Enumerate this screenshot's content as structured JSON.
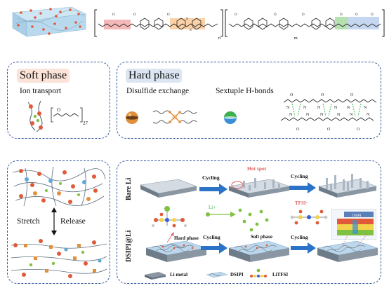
{
  "polymer": {
    "subscript_n": "n",
    "subscript_m": "m"
  },
  "soft_phase": {
    "title": "Soft phase",
    "subtitle": "Ion transport",
    "repeat_index": "27"
  },
  "hard_phase": {
    "title": "Hard phase",
    "disulfide_label": "Disulfide exchange",
    "hbond_label": "Sextuple H-bonds"
  },
  "stretch_panel": {
    "stretch_label": "Stretch",
    "release_label": "Release"
  },
  "cycling_panel": {
    "row1_label": "Bare Li",
    "row2_label": "DSIPI@Li",
    "cycling_1": "Cycling",
    "cycling_2": "Cycling",
    "cycling_3": "Cycling",
    "cycling_4": "Cycling",
    "hot_spot": "Hot spot",
    "li_ion": "Li+",
    "tfsi": "TFSI⁻",
    "hard_phase": "Hard phase",
    "soft_phase": "Soft phase",
    "inset_top": "DSIPI",
    "legend_li_metal": "Li metal",
    "legend_dsipi": "DSIPI",
    "legend_litfsi": "LiTFSI"
  },
  "colors": {
    "panel_border": "#2f5597",
    "soft_phase_bg": "#fbe3d8",
    "hard_phase_bg": "#dce6f2",
    "red_segment": "#f4b8b8",
    "orange_segment": "#fbd2a8",
    "green_segment": "#b7e0b0",
    "blue_segment": "#c5d6f0",
    "hot_spot_red": "#e06060"
  }
}
